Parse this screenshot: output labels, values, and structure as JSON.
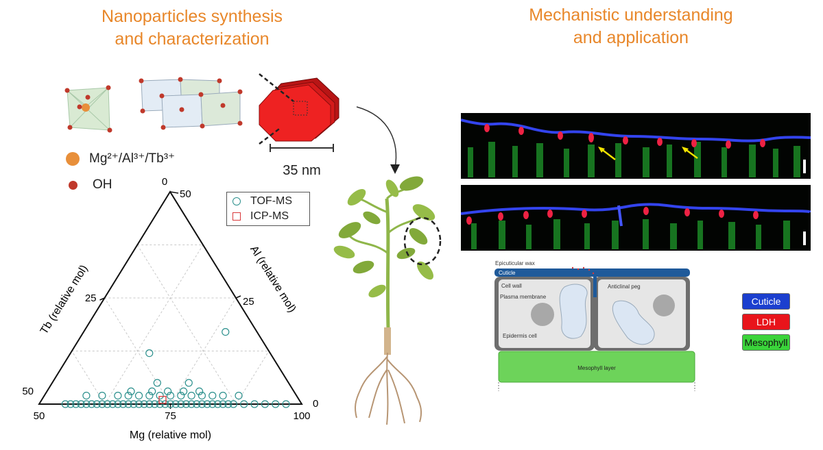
{
  "titles": {
    "left_line1": "Nanoparticles synthesis",
    "left_line2": "and characterization",
    "right_line1": "Mechanistic understanding",
    "right_line2": "and application"
  },
  "ions": {
    "metal_label": "Mg²⁺/Al³⁺/Tb³⁺",
    "oh_label": "OH",
    "metal_color": "#e88f3a",
    "oh_color": "#c0392b"
  },
  "scale_bar": {
    "label": "35 nm"
  },
  "ternary_legend": {
    "tof": "TOF-MS",
    "icp": "ICP-MS",
    "tof_color": "#2a8f8c",
    "icp_color": "#d9383a"
  },
  "chart_data": {
    "type": "scatter",
    "subtype": "ternary",
    "axes": {
      "mg": {
        "label": "Mg (relative mol)",
        "ticks": [
          "50",
          "75",
          "100"
        ],
        "range": [
          50,
          100
        ]
      },
      "al": {
        "label": "Al (relative mol)",
        "ticks": [
          "50",
          "25",
          "0"
        ],
        "range": [
          0,
          50
        ]
      },
      "tb": {
        "label": "Tb (relative mol)",
        "ticks": [
          "0",
          "25",
          "50"
        ],
        "range": [
          0,
          50
        ]
      }
    },
    "series": [
      {
        "name": "TOF-MS",
        "marker": "circle",
        "points": [
          {
            "mg": 55,
            "al": 45,
            "tb": 0
          },
          {
            "mg": 56,
            "al": 44,
            "tb": 0
          },
          {
            "mg": 57,
            "al": 43,
            "tb": 0
          },
          {
            "mg": 58,
            "al": 42,
            "tb": 0
          },
          {
            "mg": 59,
            "al": 41,
            "tb": 0
          },
          {
            "mg": 60,
            "al": 40,
            "tb": 0
          },
          {
            "mg": 61,
            "al": 39,
            "tb": 0
          },
          {
            "mg": 62,
            "al": 38,
            "tb": 0
          },
          {
            "mg": 63,
            "al": 37,
            "tb": 0
          },
          {
            "mg": 64,
            "al": 36,
            "tb": 0
          },
          {
            "mg": 65,
            "al": 35,
            "tb": 0
          },
          {
            "mg": 66,
            "al": 34,
            "tb": 0
          },
          {
            "mg": 67,
            "al": 33,
            "tb": 0
          },
          {
            "mg": 68,
            "al": 32,
            "tb": 0
          },
          {
            "mg": 69,
            "al": 31,
            "tb": 0
          },
          {
            "mg": 70,
            "al": 30,
            "tb": 0
          },
          {
            "mg": 71,
            "al": 29,
            "tb": 0
          },
          {
            "mg": 72,
            "al": 28,
            "tb": 0
          },
          {
            "mg": 73,
            "al": 27,
            "tb": 0
          },
          {
            "mg": 74,
            "al": 26,
            "tb": 0
          },
          {
            "mg": 75,
            "al": 25,
            "tb": 0
          },
          {
            "mg": 76,
            "al": 24,
            "tb": 0
          },
          {
            "mg": 77,
            "al": 23,
            "tb": 0
          },
          {
            "mg": 78,
            "al": 22,
            "tb": 0
          },
          {
            "mg": 79,
            "al": 21,
            "tb": 0
          },
          {
            "mg": 80,
            "al": 20,
            "tb": 0
          },
          {
            "mg": 81,
            "al": 19,
            "tb": 0
          },
          {
            "mg": 82,
            "al": 18,
            "tb": 0
          },
          {
            "mg": 83,
            "al": 17,
            "tb": 0
          },
          {
            "mg": 84,
            "al": 16,
            "tb": 0
          },
          {
            "mg": 85,
            "al": 15,
            "tb": 0
          },
          {
            "mg": 86,
            "al": 14,
            "tb": 0
          },
          {
            "mg": 87,
            "al": 13,
            "tb": 0
          },
          {
            "mg": 89,
            "al": 11,
            "tb": 0
          },
          {
            "mg": 91,
            "al": 9,
            "tb": 0
          },
          {
            "mg": 93,
            "al": 7,
            "tb": 0
          },
          {
            "mg": 95,
            "al": 5,
            "tb": 0
          },
          {
            "mg": 97,
            "al": 3,
            "tb": 0
          },
          {
            "mg": 58,
            "al": 40,
            "tb": 2
          },
          {
            "mg": 61,
            "al": 37,
            "tb": 2
          },
          {
            "mg": 64,
            "al": 34,
            "tb": 2
          },
          {
            "mg": 66,
            "al": 32,
            "tb": 2
          },
          {
            "mg": 68,
            "al": 30,
            "tb": 2
          },
          {
            "mg": 70,
            "al": 28,
            "tb": 2
          },
          {
            "mg": 72,
            "al": 26,
            "tb": 2
          },
          {
            "mg": 74,
            "al": 24,
            "tb": 2
          },
          {
            "mg": 76,
            "al": 22,
            "tb": 2
          },
          {
            "mg": 78,
            "al": 20,
            "tb": 2
          },
          {
            "mg": 80,
            "al": 18,
            "tb": 2
          },
          {
            "mg": 82,
            "al": 16,
            "tb": 2
          },
          {
            "mg": 84,
            "al": 14,
            "tb": 2
          },
          {
            "mg": 87,
            "al": 11,
            "tb": 2
          },
          {
            "mg": 66,
            "al": 31,
            "tb": 3
          },
          {
            "mg": 70,
            "al": 27,
            "tb": 3
          },
          {
            "mg": 73,
            "al": 24,
            "tb": 3
          },
          {
            "mg": 76,
            "al": 21,
            "tb": 3
          },
          {
            "mg": 79,
            "al": 18,
            "tb": 3
          },
          {
            "mg": 70,
            "al": 25,
            "tb": 5
          },
          {
            "mg": 76,
            "al": 19,
            "tb": 5
          },
          {
            "mg": 65,
            "al": 23,
            "tb": 12
          },
          {
            "mg": 77,
            "al": 6,
            "tb": 17
          }
        ]
      },
      {
        "name": "ICP-MS",
        "marker": "square",
        "points": [
          {
            "mg": 73,
            "al": 26,
            "tb": 1
          }
        ]
      }
    ]
  },
  "diagram": {
    "labels": {
      "epicuticular_wax": "Epicuticular wax",
      "cuticle": "Cuticle",
      "cell_wall": "Cell wall",
      "plasma_membrane": "Plasma membrane",
      "anticlinal_peg": "Anticlinal peg",
      "epidermis_cell": "Epidermis cell",
      "mesophyll_layer": "Mesophyll layer"
    },
    "colors": {
      "cuticle": "#1f5a9a",
      "mesophyll": "#6dd35a",
      "cell": "#e6e6e6"
    }
  },
  "color_key": [
    {
      "label": "Cuticle",
      "color": "#1b3fcf",
      "text_color": "#ffffff"
    },
    {
      "label": "LDH",
      "color": "#e8141b",
      "text_color": "#ffffff"
    },
    {
      "label": "Mesophyll",
      "color": "#3ad43a",
      "text_color": "#111111"
    }
  ]
}
